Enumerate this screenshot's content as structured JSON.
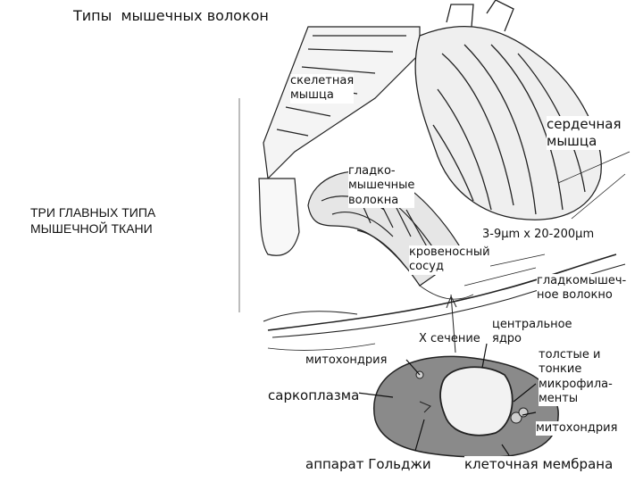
{
  "title": "Типы  мышечных волокон",
  "left_caption": "ТРИ ГЛАВНЫХ ТИПА\nМЫШЕЧНОЙ ТКАНИ",
  "labels": {
    "skeletal": "скелетная\nмышца",
    "cardiac": "сердечная\nмышца",
    "smooth_fibers": "гладко-\nмышечные\nволокна",
    "size": "3-9μm x 20-200μm",
    "vessel": "кровеносный\nсосуд",
    "smooth_fiber": "гладкомышеч-\nное волокно",
    "nucleus": "центральное\nядро",
    "cross_section": "Х сечение",
    "myofilaments": "толстые и\nтонкие\nмикрофила-\nменты",
    "mito_right": "митохондрия",
    "mito_left": "митохондрия",
    "sarcoplasm": "саркоплазма",
    "golgi": "аппарат Гольджи",
    "membrane": "клеточная мембрана"
  }
}
